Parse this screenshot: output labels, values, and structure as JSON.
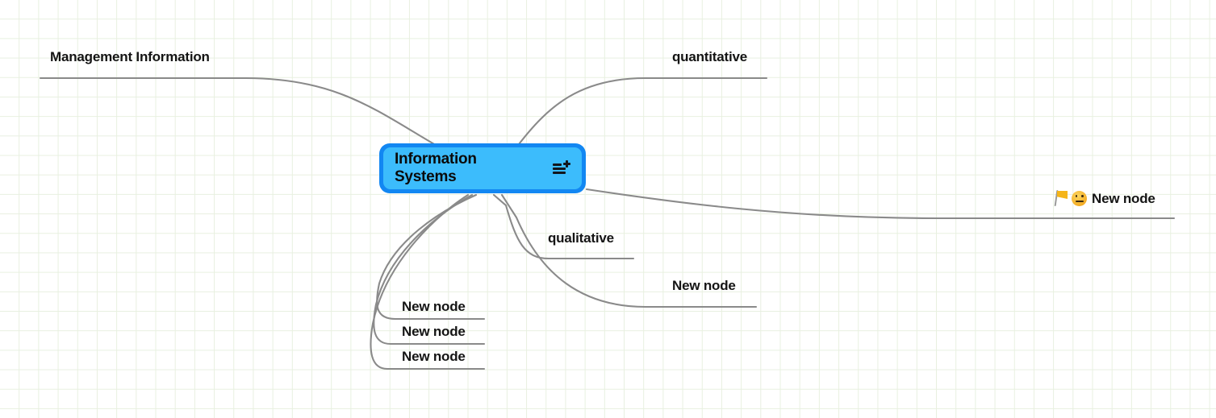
{
  "app": {
    "kind": "mindmap-canvas",
    "background_color": "#ffffff",
    "grid_color": "#e8f0e0",
    "edge_color": "#8a8a8a"
  },
  "central_node": {
    "label": "Information Systems",
    "icon": "note-add-icon",
    "fill_color": "#3cbcfc",
    "border_color": "#1287f2",
    "text_color": "#0a0a0a"
  },
  "nodes": [
    {
      "id": "management-information",
      "label": "Management Information",
      "icons": []
    },
    {
      "id": "quantitative",
      "label": "quantitative",
      "icons": []
    },
    {
      "id": "flagged-new-node",
      "label": "New node",
      "icons": [
        "flag-icon",
        "neutral-face-icon"
      ]
    },
    {
      "id": "qualitative",
      "label": "qualitative",
      "icons": []
    },
    {
      "id": "new-node-right",
      "label": "New node",
      "icons": []
    },
    {
      "id": "new-node-bottom-1",
      "label": "New node",
      "icons": []
    },
    {
      "id": "new-node-bottom-2",
      "label": "New node",
      "icons": []
    },
    {
      "id": "new-node-bottom-3",
      "label": "New node",
      "icons": []
    }
  ]
}
